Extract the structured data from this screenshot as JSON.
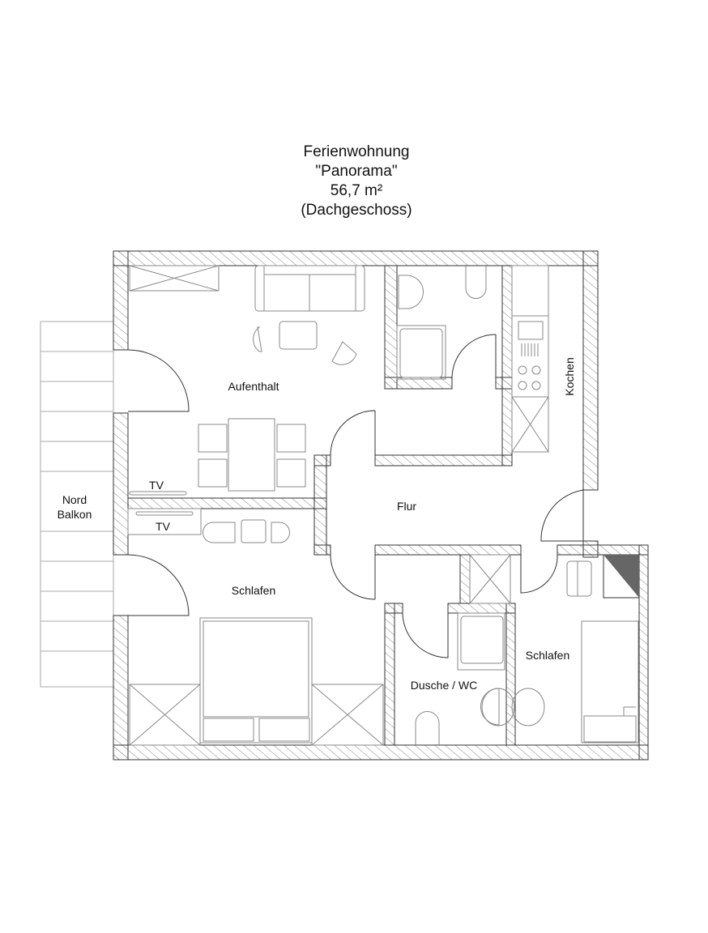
{
  "title": {
    "line1": "Ferienwohnung",
    "line2": "\"Panorama\"",
    "line3": "56,7 m²",
    "line4": "(Dachgeschoss)"
  },
  "rooms": {
    "living": "Aufenthalt",
    "kitchen": "Kochen",
    "hall": "Flur",
    "bedroom_main": "Schlafen",
    "bedroom_small": "Schlafen",
    "bathroom": "Dusche / WC",
    "balcony_line1": "Nord",
    "balcony_line2": "Balkon"
  },
  "fixtures": {
    "tv_living": "TV",
    "tv_bedroom": "TV"
  },
  "colors": {
    "wall_stroke": "#333333",
    "hatch": "#777777",
    "furniture": "#888888",
    "chimney": "#666666"
  }
}
